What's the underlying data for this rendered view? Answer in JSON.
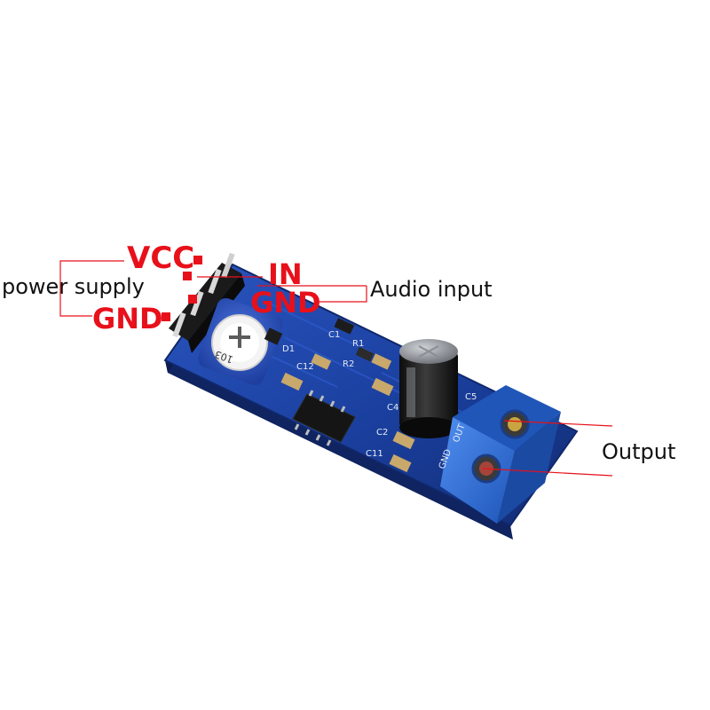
{
  "labels": {
    "vcc": "VCC",
    "in": "IN",
    "gnd_input": "GND",
    "gnd_power": "GND",
    "power_supply": "power supply",
    "audio_input": "Audio input",
    "output": "Output"
  },
  "board": {
    "silkscreen": [
      "R1",
      "R2",
      "C1",
      "C2",
      "C4",
      "C5",
      "C11",
      "C12",
      "D1",
      "OUT",
      "GND"
    ],
    "potentiometer_marking": "103"
  },
  "colors": {
    "pcb": "#1a3f9e",
    "callout_red": "#e8101a",
    "callout_text": "#111111",
    "terminal_block": "#2f6fd1",
    "potentiometer": "#2c50b8",
    "capacitor": "#1b1b1b"
  }
}
